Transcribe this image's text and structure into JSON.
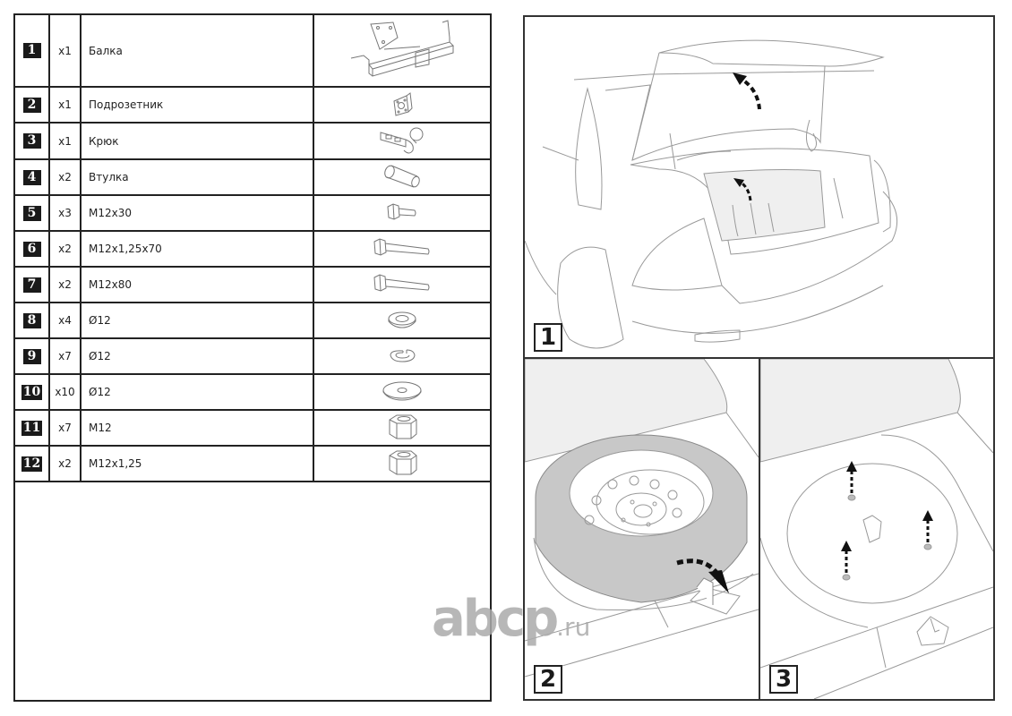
{
  "parts": [
    {
      "num": "1",
      "qty": "x1",
      "name": "Балка",
      "icon": "towbar-beam-icon"
    },
    {
      "num": "2",
      "qty": "x1",
      "name": "Подрозетник",
      "icon": "socket-bracket-icon"
    },
    {
      "num": "3",
      "qty": "x1",
      "name": "Крюк",
      "icon": "tow-ball-hook-icon"
    },
    {
      "num": "4",
      "qty": "x2",
      "name": "Втулка",
      "icon": "bushing-icon"
    },
    {
      "num": "5",
      "qty": "x3",
      "name": "M12x30",
      "icon": "short-bolt-icon"
    },
    {
      "num": "6",
      "qty": "x2",
      "name": "M12x1,25x70",
      "icon": "long-bolt-icon"
    },
    {
      "num": "7",
      "qty": "x2",
      "name": "M12x80",
      "icon": "long-bolt-icon"
    },
    {
      "num": "8",
      "qty": "x4",
      "name": "Ø12",
      "icon": "flat-washer-icon"
    },
    {
      "num": "9",
      "qty": "x7",
      "name": "Ø12",
      "icon": "spring-washer-icon"
    },
    {
      "num": "10",
      "qty": "x10",
      "name": "Ø12",
      "icon": "wide-washer-icon"
    },
    {
      "num": "11",
      "qty": "x7",
      "name": "M12",
      "icon": "hex-nut-icon"
    },
    {
      "num": "12",
      "qty": "x2",
      "name": "M12x1,25",
      "icon": "hex-nut-icon"
    }
  ],
  "steps": [
    {
      "label": "1",
      "illustration": "open-trunk-remove-mat"
    },
    {
      "label": "2",
      "illustration": "remove-spare-wheel"
    },
    {
      "label": "3",
      "illustration": "remove-plugs-in-wheel-well"
    }
  ],
  "watermark": {
    "main": "abcp",
    "tld": ".ru"
  },
  "colors": {
    "line": "#222222",
    "badge_bg": "#1a1a1a",
    "tire": "#c8c8c8",
    "mat": "#efefef",
    "watermark": "#aaaaaa"
  }
}
